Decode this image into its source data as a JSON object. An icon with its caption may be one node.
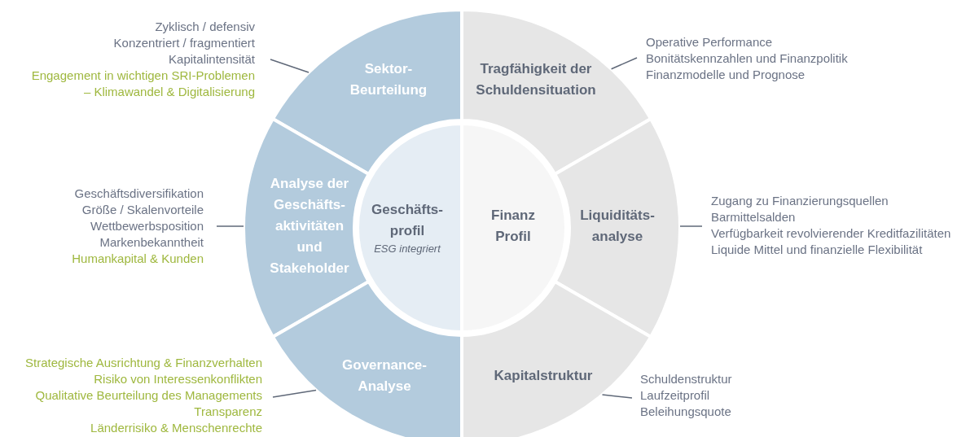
{
  "diagram": {
    "nodes": [
      {
        "text": [
          "Geschäfts- profil",
          "ESG integriert"
        ]
      },
      {
        "text": [
          "Finanz Profil"
        ]
      },
      {
        "text": [
          "Sektor- Beurteilung"
        ]
      },
      {
        "text": [
          "Analyse der Geschäfts- aktivitäten und Stakeholder"
        ]
      },
      {
        "text": [
          "Governance- Analyse"
        ]
      },
      {
        "text": [
          "Tragfähigkeit der Schuldensituation"
        ]
      },
      {
        "text": [
          "Liquiditäts- analyse"
        ]
      },
      {
        "text": [
          "Kapitalstruktur"
        ]
      },
      {
        "text": [
          "Zyklisch / defensiv",
          "Konzentriert / fragmentiert",
          "Kapitalintensität",
          "Engagement in wichtigen SRI-Problemen – Klimawandel & Digitalisierung"
        ]
      },
      {
        "text": [
          "Geschäftsdiversifikation",
          "Größe / Skalenvorteile",
          "Wettbewerbsposition",
          "Markenbekanntheit",
          "Humankapital & Kunden"
        ]
      },
      {
        "text": [
          "Strategische Ausrichtung & Finanzverhalten",
          "Risiko von Interessenkonflikten",
          "Qualitative Beurteilung des Managements",
          "Transparenz",
          "Länderrisiko & Menschenrechte"
        ]
      },
      {
        "text": [
          "Operative Performance",
          "Bonitätskennzahlen und Finanzpolitik",
          "Finanzmodelle und Prognose"
        ]
      },
      {
        "text": [
          "Zugang zu Finanzierungsquellen",
          "Barmittelsalden",
          "Verfügbarkeit revolvierender Kreditfazilitäten",
          "Liquide Mittel und finanzielle Flexibilität"
        ]
      },
      {
        "text": [
          "Schuldenstruktur",
          "Laufzeitprofil",
          "Beleihungsquote"
        ]
      }
    ],
    "edges": [
      {
        "from": 8,
        "to": 2,
        "arrow": "none"
      },
      {
        "from": 9,
        "to": 3,
        "arrow": "none"
      },
      {
        "from": 10,
        "to": 4,
        "arrow": "none"
      },
      {
        "from": 11,
        "to": 5,
        "arrow": "none"
      },
      {
        "from": 12,
        "to": 6,
        "arrow": "none"
      },
      {
        "from": 13,
        "to": 7,
        "arrow": "none"
      }
    ]
  }
}
